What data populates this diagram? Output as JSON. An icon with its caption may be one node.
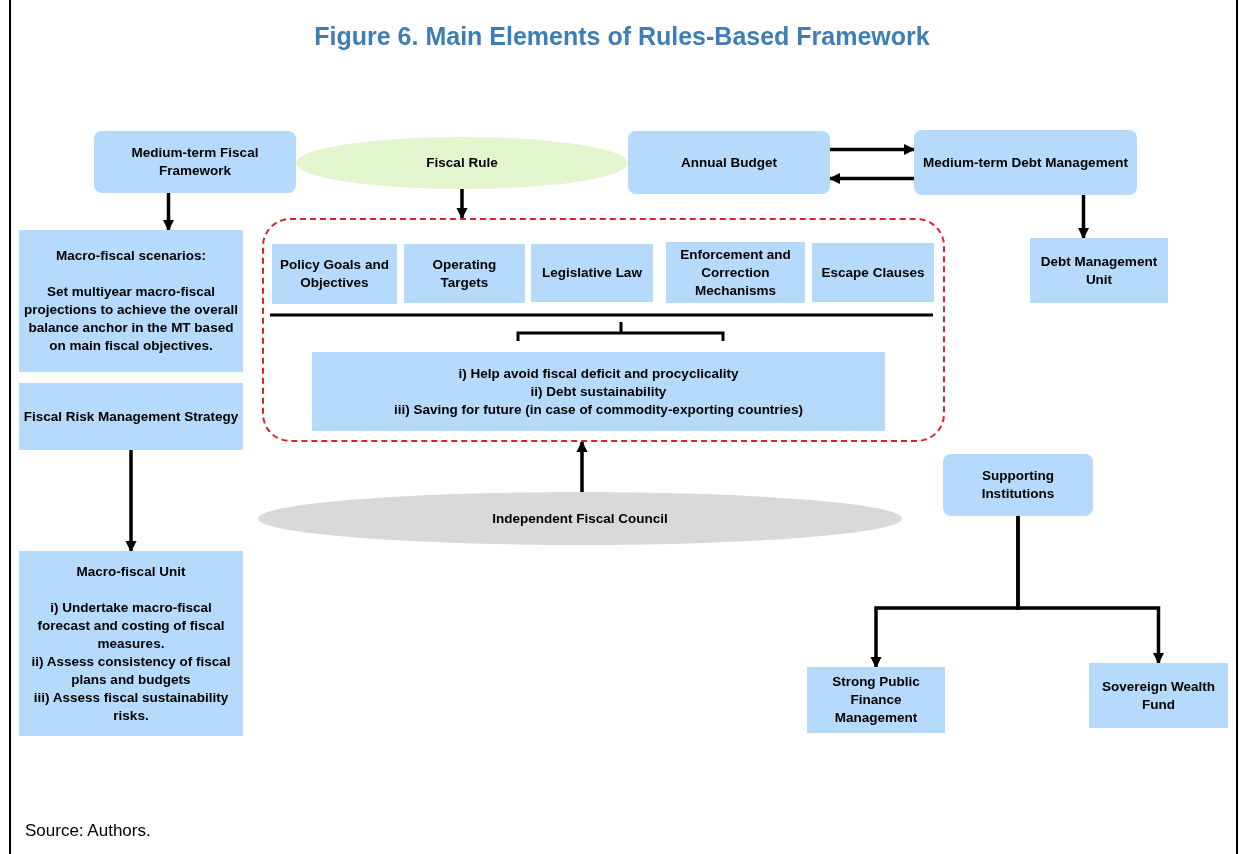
{
  "diagram": {
    "title": "Figure 6. Main Elements of Rules-Based Framework",
    "nodes": [
      {
        "text": [
          "Medium-term Fiscal Framework"
        ]
      },
      {
        "text": [
          "Fiscal Rule"
        ]
      },
      {
        "text": [
          "Annual Budget"
        ]
      },
      {
        "text": [
          "Medium-term Debt Management"
        ]
      },
      {
        "text": [
          "Macro-fiscal scenarios:",
          "Set multiyear macro-fiscal projections to achieve the overall balance anchor in the MT based on main fiscal objectives."
        ]
      },
      {
        "text": [
          "Fiscal Risk Management Strategy"
        ]
      },
      {
        "text": [
          "Macro-fiscal Unit",
          "i) Undertake macro-fiscal forecast and costing of fiscal measures.",
          "ii) Assess consistency of fiscal plans and budgets",
          "iii) Assess fiscal sustainability risks."
        ]
      },
      {
        "text": [],
        "shape": "box"
      },
      {
        "text": [
          "Policy Goals and Objectives"
        ],
        "in": 7
      },
      {
        "text": [
          "Operating Targets"
        ],
        "in": 7
      },
      {
        "text": [
          "Legislative Law"
        ],
        "in": 7
      },
      {
        "text": [
          "Enforcement and Correction Mechanisms"
        ],
        "in": 7
      },
      {
        "text": [
          "Escape Clauses"
        ],
        "in": 7
      },
      {
        "text": [
          "i) Help avoid fiscal deficit and procyclicality",
          "ii) Debt sustainability",
          "iii) Saving for future (in case of commodity-exporting countries)"
        ],
        "in": 7
      },
      {
        "text": [
          "Independent Fiscal Council"
        ]
      },
      {
        "text": [
          "Debt Management Unit"
        ]
      },
      {
        "text": [
          "Supporting Institutions"
        ]
      },
      {
        "text": [
          "Strong Public Finance Management"
        ]
      },
      {
        "text": [
          "Sovereign Wealth Fund"
        ]
      }
    ],
    "edges": [
      {
        "from": 0,
        "to": 4,
        "arrow": "to"
      },
      {
        "from": 1,
        "to": 7,
        "arrow": "to"
      },
      {
        "from": 2,
        "to": 3,
        "arrow": "to"
      },
      {
        "from": 3,
        "to": 2,
        "arrow": "to"
      },
      {
        "from": 3,
        "to": 15,
        "arrow": "to"
      },
      {
        "from": 5,
        "to": 6,
        "arrow": "to"
      },
      {
        "from": 14,
        "to": 7,
        "arrow": "to"
      },
      {
        "from": 16,
        "to": 17,
        "arrow": "to"
      },
      {
        "from": 16,
        "to": 18,
        "arrow": "to"
      }
    ],
    "labels": [
      "Source: Authors."
    ]
  }
}
